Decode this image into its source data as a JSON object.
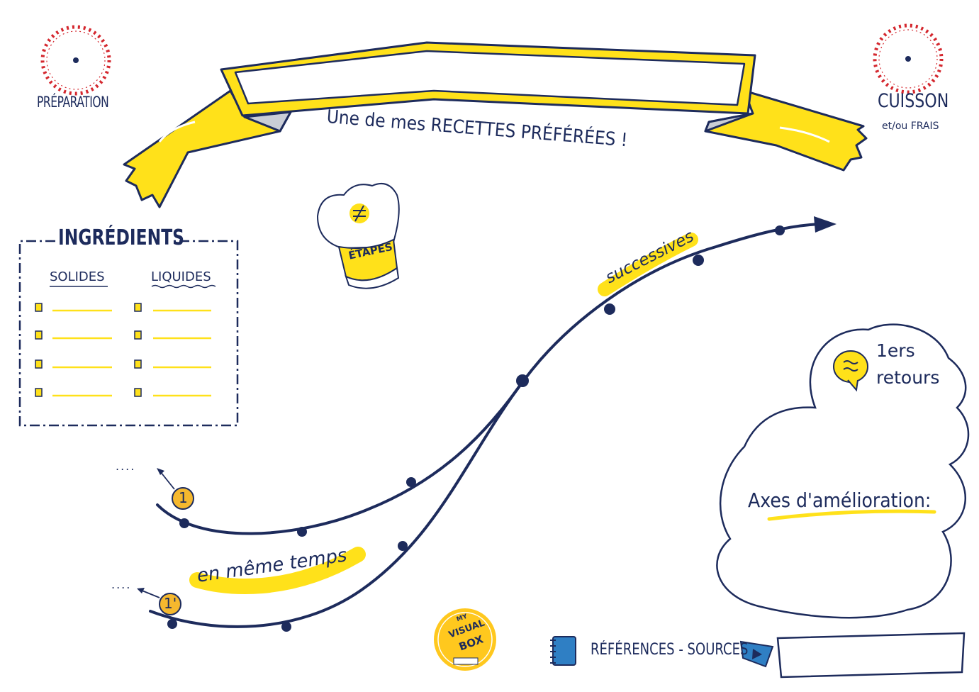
{
  "colors": {
    "navy": "#1d2b5c",
    "yellow": "#ffe11a",
    "red": "#d4272e",
    "blue": "#2f7fc4",
    "grey": "#c9cdd6"
  },
  "timers": {
    "preparation": "PRÉPARATION",
    "cuisson": "CUISSON",
    "cuisson_sub": "et/ou FRAIS"
  },
  "banner": {
    "title": "Une de mes RECETTES PRÉFÉRÉES !"
  },
  "chef_hat": {
    "label": "ÉTAPES",
    "icon": "not-equal-icon"
  },
  "ingredients": {
    "title": "INGRÉDIENTS",
    "col1": "SOLIDES",
    "col2": "LIQUIDES",
    "rows": 4
  },
  "steps": {
    "successives": "successives",
    "same_time": "en même temps",
    "start1": "1",
    "start2": "1'",
    "dots1": "....",
    "dots2": "...."
  },
  "feedback": {
    "title_line1": "1ers",
    "title_line2": "retours",
    "icon": "approx-equal-icon",
    "axes": "Axes d'amélioration:"
  },
  "footer": {
    "references": "RÉFÉRENCES - SOURCES",
    "logo_line1": "MY",
    "logo_line2": "VISUAL",
    "logo_line3": "BOX"
  }
}
